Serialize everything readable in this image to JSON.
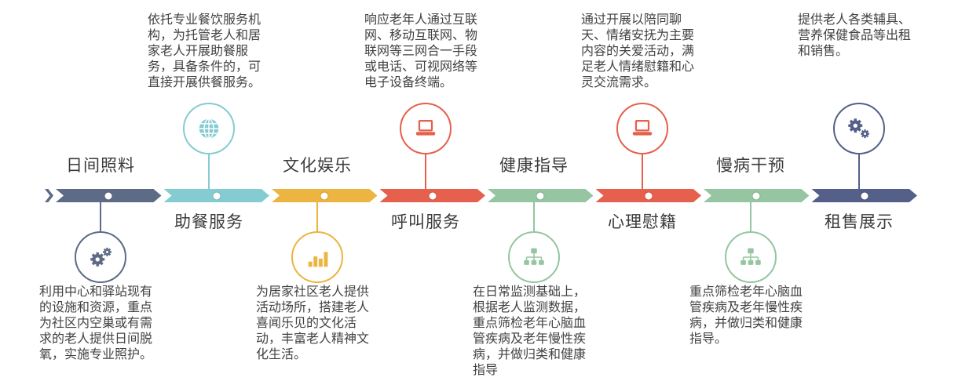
{
  "infographic": {
    "background": "#ffffff",
    "items": [
      {
        "label": "日间照料",
        "icon": "gears-icon",
        "color": "#5d6b87",
        "side": "icon-below",
        "desc": "利用中心和驿站现有的设施和资源，重点为社区内空巢或有需求的老人提供日间脱氧，实施专业照护。"
      },
      {
        "label": "助餐服务",
        "icon": "globe-icon",
        "color": "#84ccd1",
        "side": "icon-above",
        "desc": "依托专业餐饮服务机构，为托管老人和居家老人开展助餐服务，具备条件的，可直接开展供餐服务。"
      },
      {
        "label": "文化娱乐",
        "icon": "bar-chart-icon",
        "color": "#ecb440",
        "side": "icon-below",
        "desc": "为居家社区老人提供活动场所，搭建老人喜闻乐见的文化活动，丰富老人精神文化生活。"
      },
      {
        "label": "呼叫服务",
        "icon": "laptop-icon",
        "color": "#e5604d",
        "side": "icon-above",
        "desc": "响应老年人通过互联网、移动互联网、物联网等三网合一手段或电话、可视网络等电子设备终端。"
      },
      {
        "label": "健康指导",
        "icon": "org-network-icon",
        "color": "#96c5a1",
        "side": "icon-below",
        "desc": "在日常监测基础上，根据老人监测数据，重点筛检老年心脑血管疾病及老年慢性疾病，并做归类和健康指导"
      },
      {
        "label": "心理慰籍",
        "icon": "laptop-icon",
        "color": "#e5604d",
        "side": "icon-above",
        "desc": "通过开展以陪同聊天、情绪安抚为主要内容的关爱活动，满足老人情绪慰籍和心灵交流需求。"
      },
      {
        "label": "慢病干预",
        "icon": "org-network-icon",
        "color": "#96c5a1",
        "side": "icon-below",
        "desc": "重点筛检老年心脑血管疾病及老年慢性疾病，并做归类和健康指导。"
      },
      {
        "label": "租售展示",
        "icon": "gears-icon",
        "color": "#55608a",
        "side": "icon-above",
        "desc": "提供老人各类辅具、营养保健食品等出租和销售。"
      }
    ]
  }
}
